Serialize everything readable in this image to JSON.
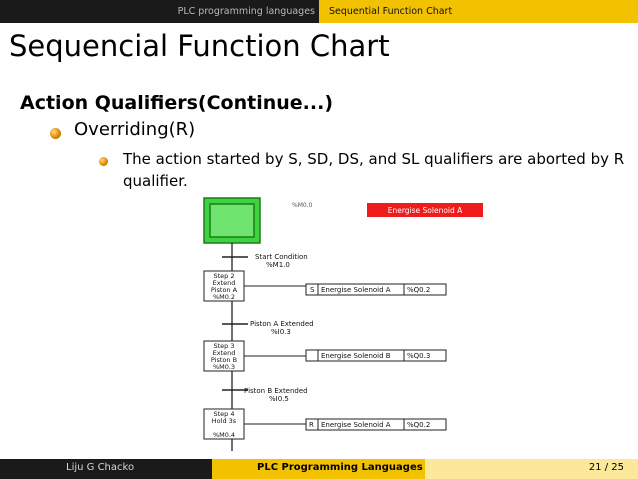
{
  "nav": {
    "section": "PLC programming languages",
    "subsection": "Sequential Function Chart"
  },
  "slide": {
    "title": "Sequencial Function Chart",
    "section_heading": "Action Qualifiers(Continue...)",
    "bullet": "Overriding(R)",
    "sub_bullet": "The action started by S, SD, DS, and SL qualifiers are aborted by R qualifier."
  },
  "diagram": {
    "banner": "Energise Solenoid A",
    "top_label": "%M0.0",
    "transition1": [
      "Start Condition",
      "%M1.0"
    ],
    "step2": [
      "Step 2",
      "Extend",
      "Piston A",
      "%M0.2"
    ],
    "action2": {
      "qualifier": "S",
      "name": "Energise Solenoid A",
      "address": "%Q0.2"
    },
    "transition2": [
      "Piston A Extended",
      "%I0.3"
    ],
    "step3": [
      "Step 3",
      "Extend",
      "Piston B",
      "%M0.3"
    ],
    "action3": {
      "qualifier": "",
      "name": "Energise Solenoid B",
      "address": "%Q0.3"
    },
    "transition3": [
      "Piston B Extended",
      "%I0.5"
    ],
    "step4": [
      "Step 4",
      "Hold 3s",
      "",
      "%M0.4"
    ],
    "action4": {
      "qualifier": "R",
      "name": "Energise Solenoid A",
      "address": "%Q0.2"
    },
    "colors": {
      "banner": "#ee1c1c",
      "initial_step": "#3fd23f",
      "line": "#222222"
    }
  },
  "footer": {
    "author": "Liju G Chacko",
    "title": "PLC Programming Languages",
    "page": "21 / 25"
  }
}
